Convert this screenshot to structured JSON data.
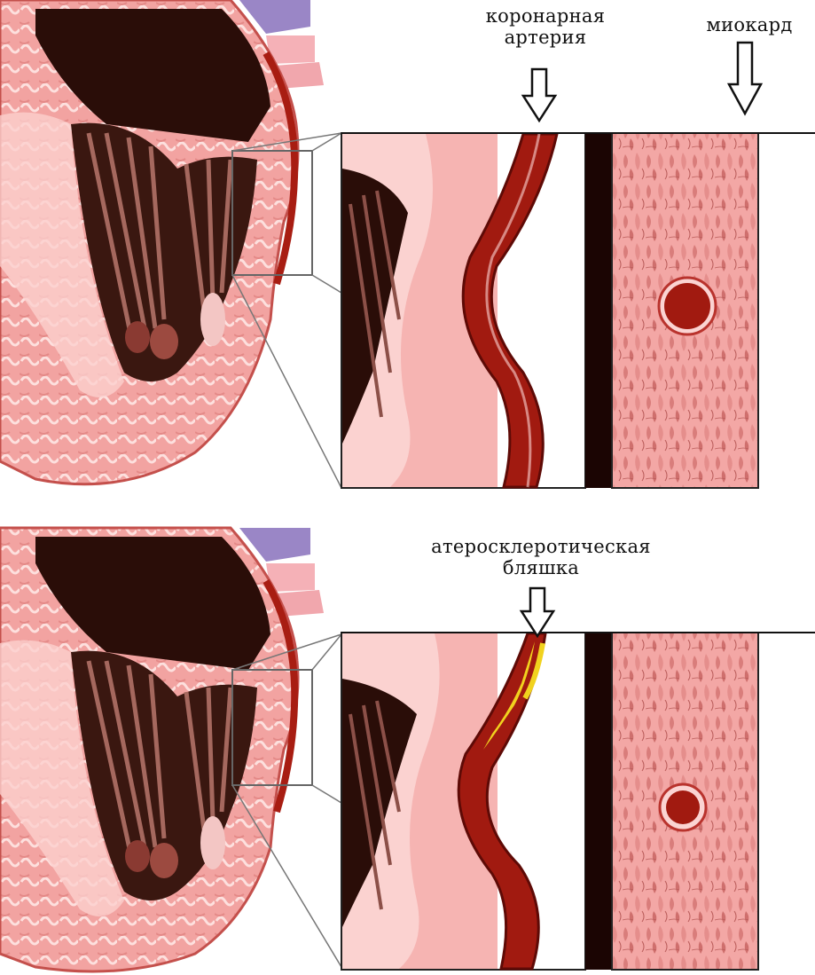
{
  "labels": {
    "coronary_artery_line1": "коронарная",
    "coronary_artery_line2": "артерия",
    "myocardium": "миокард",
    "plaque_line1": "атеросклеротическая",
    "plaque_line2": "бляшка"
  },
  "colors": {
    "chamber_dark": "#2a0d08",
    "muscle_pink": "#f4a6a4",
    "muscle_light": "#fbd4d2",
    "artery_red": "#a11a10",
    "artery_outline": "#5e0a06",
    "plaque_yellow": "#f1d21e",
    "septum_black": "#1b0503"
  },
  "panels": [
    {
      "name": "healthy-heart",
      "has_plaque": false
    },
    {
      "name": "atherosclerotic-heart",
      "has_plaque": true
    }
  ]
}
